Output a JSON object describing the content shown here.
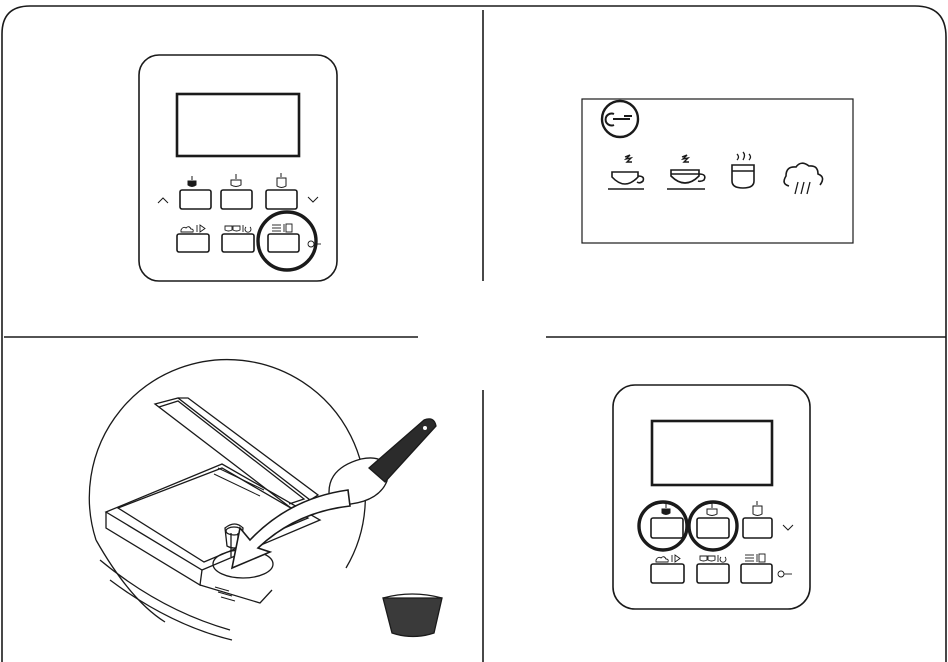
{
  "figure": {
    "panels": [
      {
        "id": "step-1",
        "content": "control-panel",
        "display_text": "",
        "top_row_icons": [
          "espresso-cup-icon",
          "coffee-cup-icon",
          "mug-icon"
        ],
        "bottom_row_icons": [
          "steam-play-icon",
          "double-cup-icon",
          "menu-power-icon"
        ],
        "arrow_icons": [
          "chevron-up-icon",
          "chevron-down-icon"
        ],
        "side_icon": "ground-coffee-scoop-icon",
        "highlighted_buttons": [
          "menu-power-button"
        ]
      },
      {
        "id": "step-2",
        "content": "display-screen",
        "circled_icon": "ground-coffee-scoop-icon",
        "beverage_icons": [
          "espresso-cup-icon",
          "coffee-cup-icon",
          "tall-cup-icon",
          "steam-icon"
        ]
      },
      {
        "id": "step-3",
        "content": "ground-coffee-funnel",
        "illustration": [
          "open-lid",
          "coffee-funnel",
          "measuring-scoop",
          "pour-arrow"
        ],
        "corner_icon": "ground-coffee-bowl-icon"
      },
      {
        "id": "step-4",
        "content": "control-panel",
        "display_text": "",
        "top_row_icons": [
          "espresso-cup-icon",
          "coffee-cup-icon",
          "mug-icon"
        ],
        "bottom_row_icons": [
          "steam-play-icon",
          "double-cup-icon",
          "menu-power-icon"
        ],
        "arrow_icons": [
          "chevron-down-icon"
        ],
        "side_icon": "ground-coffee-scoop-icon",
        "highlighted_buttons": [
          "espresso-button",
          "coffee-button"
        ]
      }
    ],
    "colors": {
      "line": "#1a1a1a",
      "background": "#ffffff",
      "scoop_handle": "#2b2b2b",
      "coffee_grounds": "#3a3a3a"
    }
  }
}
